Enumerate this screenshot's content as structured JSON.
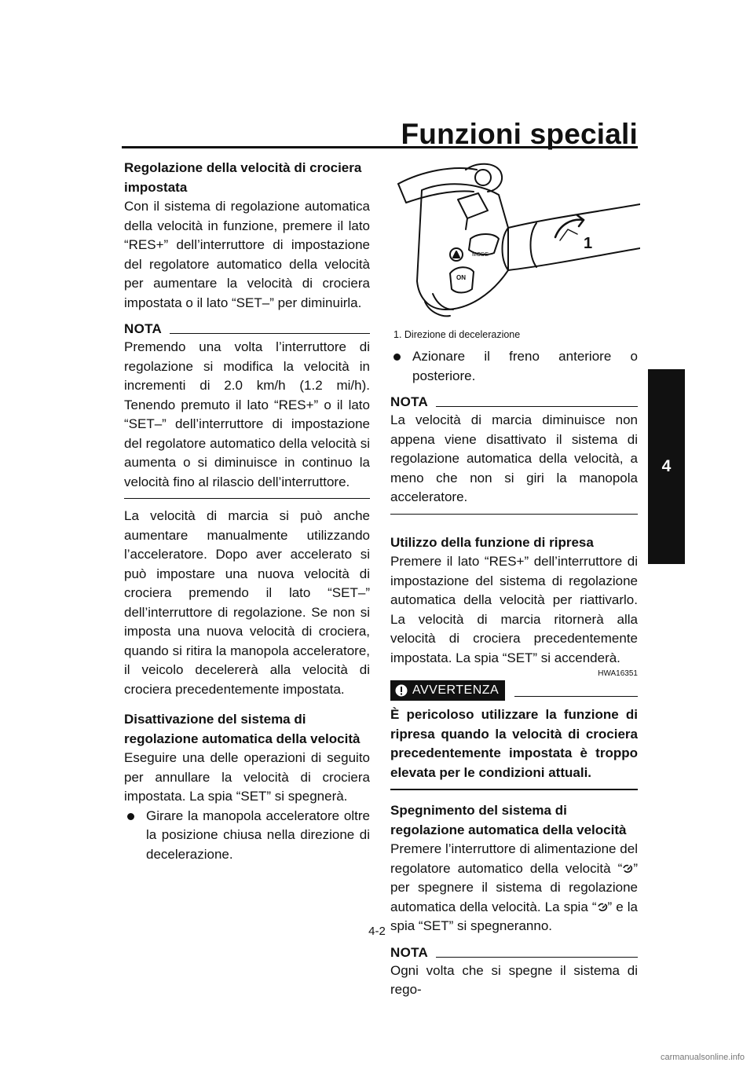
{
  "header": {
    "title": "Funzioni speciali",
    "chapter_tab": "4"
  },
  "left_column": {
    "set_speed_heading": "Regolazione della velocità di crociera impostata",
    "set_speed_body": "Con il sistema di regolazione automatica della velocità in funzione, premere il lato “RES+” dell’interruttore di impostazione del regolatore automatico della velocità per aumentare la velocità di crociera impostata o il lato “SET–” per diminuirla.",
    "note1_label": "NOTA",
    "note1_text": "Premendo una volta l’interruttore di regolazione si modifica la velocità in incrementi di 2.0 km/h (1.2 mi/h). Tenendo premuto il lato “RES+” o il lato “SET–” dell’interruttore di impostazione del regolatore automatico della velocità si aumenta o si diminuisce in continuo la velocità fino al rilascio dell’interruttore.",
    "manual_text": "La velocità di marcia si può anche aumentare manualmente utilizzando l’acceleratore. Dopo aver accelerato si può impostare una nuova velocità di crociera premendo il lato “SET–” dell’interruttore di regolazione. Se non si imposta una nuova velocità di crociera, quando si ritira la manopola acceleratore, il veicolo decelererà alla velocità di crociera precedentemente impostata.",
    "deact_heading": "Disattivazione del sistema di regolazione automatica della velocità",
    "deact_body": "Eseguire una delle operazioni di seguito per annullare la velocità di crociera impostata. La spia “SET” si spegnerà.",
    "bullet1": "Girare la manopola acceleratore oltre la posizione chiusa nella direzione di decelerazione."
  },
  "figure": {
    "callout_number": "1",
    "caption": "1.  Direzione di decelerazione",
    "switch_labels": {
      "mode": "MODE",
      "on": "ON"
    }
  },
  "right_column": {
    "bullet2": "Azionare il freno anteriore o posteriore.",
    "note2_label": "NOTA",
    "note2_text": "La velocità di marcia diminuisce non appena viene disattivato il sistema di regolazione automatica della velocità, a meno che non si giri la manopola acceleratore.",
    "resume_heading": "Utilizzo della funzione di ripresa",
    "resume_body": "Premere il lato “RES+” dell’interruttore di impostazione del sistema di regolazione automatica della velocità per riattivarlo. La velocità di marcia ritornerà alla velocità di crociera precedentemente impostata. La spia “SET” si accenderà.",
    "warning_code": "HWA16351",
    "warning_label": "AVVERTENZA",
    "warning_text": "È pericoloso utilizzare la funzione di ripresa quando la velocità di crociera precedentemente impostata è troppo elevata per le condizioni attuali.",
    "off_heading": "Spegnimento del sistema di regolazione automatica della velocità",
    "off_body_1": "Premere l’interruttore di alimentazione del regolatore automatico della velocità “",
    "off_body_2": "” per spegnere il sistema di regolazione automatica della velocità. La spia “",
    "off_body_3": "” e la spia “SET” si spegneranno.",
    "note3_label": "NOTA",
    "note3_text": "Ogni volta che si spegne il sistema di rego-"
  },
  "footer": {
    "page_number": "4-2",
    "watermark": "carmanualsonline.info"
  }
}
